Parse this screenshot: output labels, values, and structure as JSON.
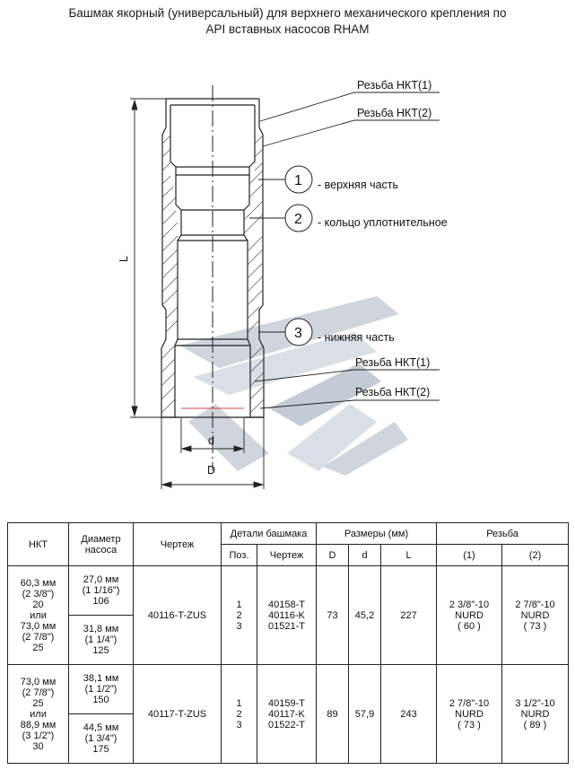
{
  "title": {
    "line1": "Башмак якорный (универсальный) для верхнего механического крепления по",
    "line2": "API вставных насосов RHAM"
  },
  "drawing": {
    "dim_L": "L",
    "dim_d": "d",
    "dim_D": "D",
    "callout_top_thread1": "Резьба НКТ(1)",
    "callout_top_thread2": "Резьба НКТ(2)",
    "callout_1_num": "1",
    "callout_1_text": "- верхняя часть",
    "callout_2_num": "2",
    "callout_2_text": "- кольцо уплотнительное",
    "callout_3_num": "3",
    "callout_3_text": "- нижняя часть",
    "callout_bottom_thread1": "Резьба НКТ(1)",
    "callout_bottom_thread2": "Резьба НКТ(2)",
    "watermark_colors": [
      "#b9c3cf",
      "#d4dae3",
      "#c6ced8"
    ]
  },
  "table": {
    "headers": {
      "nkt": "НКТ",
      "pump_diameter": [
        "Диаметр",
        "насоса"
      ],
      "drawing": "Чертеж",
      "shoe_parts": "Детали башмака",
      "pos": "Поз.",
      "part_drawing": "Чертеж",
      "dimensions": "Размеры (мм)",
      "D": "D",
      "d": "d",
      "L": "L",
      "thread": "Резьба",
      "thread1": "(1)",
      "thread2": "(2)"
    },
    "rows": [
      {
        "nkt": [
          "60,3 мм",
          "(2 3/8\")",
          "20",
          "или",
          "73,0 мм",
          "(2 7/8\")",
          "25"
        ],
        "pump_a": [
          "27,0 мм",
          "(1 1/16\")",
          "106"
        ],
        "pump_b": [
          "31,8 мм",
          "(1 1/4\")",
          "125"
        ],
        "drawing": "40116-T-ZUS",
        "pos": [
          "1",
          "2",
          "3"
        ],
        "parts": [
          "40158-T",
          "40116-K",
          "01521-T"
        ],
        "D": "73",
        "d": "45,2",
        "L": "227",
        "thread1": [
          "2 3/8\"-10",
          "NURD",
          "( 60 )"
        ],
        "thread2": [
          "2 7/8\"-10",
          "NURD",
          "( 73 )"
        ]
      },
      {
        "nkt": [
          "73,0 мм",
          "(2 7/8\")",
          "25",
          "или",
          "88,9 мм",
          "(3 1/2\")",
          "30"
        ],
        "pump_a": [
          "38,1 мм",
          "(1 1/2\")",
          "150"
        ],
        "pump_b": [
          "44,5 мм",
          "(1 3/4\")",
          "175"
        ],
        "drawing": "40117-T-ZUS",
        "pos": [
          "1",
          "2",
          "3"
        ],
        "parts": [
          "40159-T",
          "40117-K",
          "01522-T"
        ],
        "D": "89",
        "d": "57,9",
        "L": "243",
        "thread1": [
          "2 7/8\"-10",
          "NURD",
          "( 73 )"
        ],
        "thread2": [
          "3 1/2\"-10",
          "NURD",
          "( 89 )"
        ]
      }
    ]
  }
}
